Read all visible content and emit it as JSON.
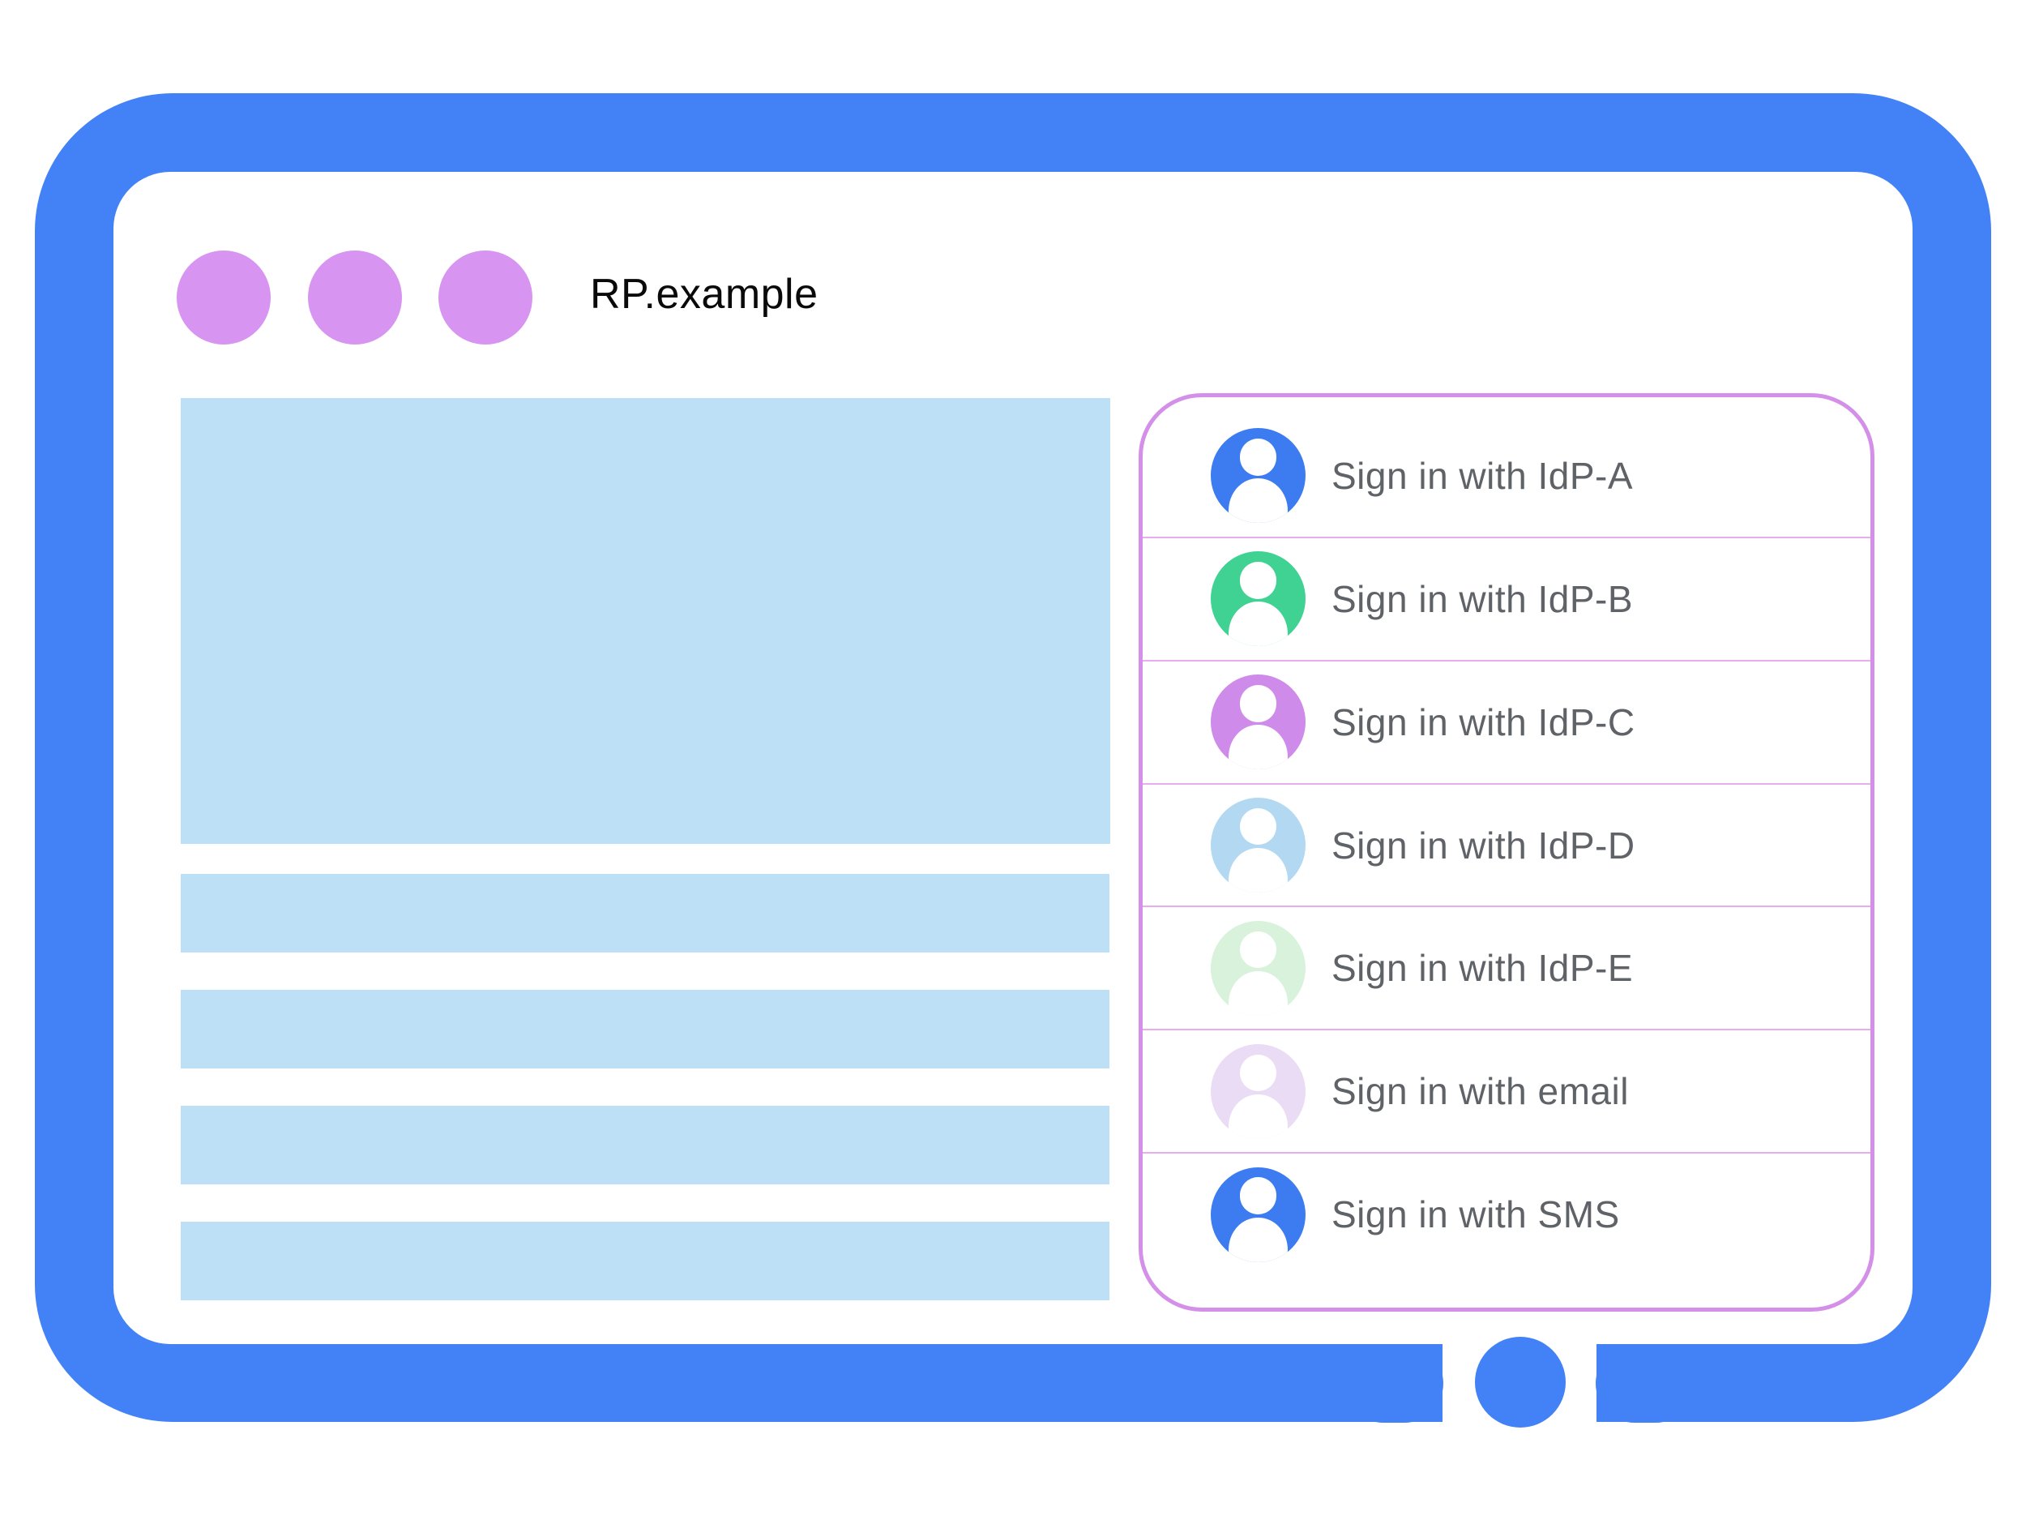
{
  "title_bar": {
    "url_label": "RP.example",
    "window_dots": [
      {
        "icon": "window-dot-icon"
      },
      {
        "icon": "window-dot-icon"
      },
      {
        "icon": "window-dot-icon"
      }
    ]
  },
  "device_frame": {
    "home_button_icon": "home-button-dot-icon"
  },
  "content_placeholders": {
    "hero_blocks": 1,
    "line_blocks": 4
  },
  "signin_panel": {
    "items": [
      {
        "id": "idp-a",
        "label": "Sign in with IdP-A",
        "icon": "person-icon",
        "avatar_color": "#3D7CF0"
      },
      {
        "id": "idp-b",
        "label": "Sign in with IdP-B",
        "icon": "person-icon",
        "avatar_color": "#3FD292"
      },
      {
        "id": "idp-c",
        "label": "Sign in with IdP-C",
        "icon": "person-icon",
        "avatar_color": "#CE8BEA"
      },
      {
        "id": "idp-d",
        "label": "Sign in with IdP-D",
        "icon": "person-icon",
        "avatar_color": "#B3D9F2"
      },
      {
        "id": "idp-e",
        "label": "Sign in with IdP-E",
        "icon": "person-icon",
        "avatar_color": "#D9F2DC"
      },
      {
        "id": "email",
        "label": "Sign in with email",
        "icon": "person-icon",
        "avatar_color": "#EADCF5"
      },
      {
        "id": "sms",
        "label": "Sign in with SMS",
        "icon": "person-icon",
        "avatar_color": "#3D7CF0"
      }
    ]
  },
  "colors": {
    "frame_blue": "#4382F6",
    "placeholder_blue": "#BDE0F6",
    "window_dot": "#D794F0",
    "panel_border": "#D48FE9",
    "divider": "#E9ACEF",
    "label_text": "#5F6368",
    "title_text": "#0A0A0A"
  }
}
